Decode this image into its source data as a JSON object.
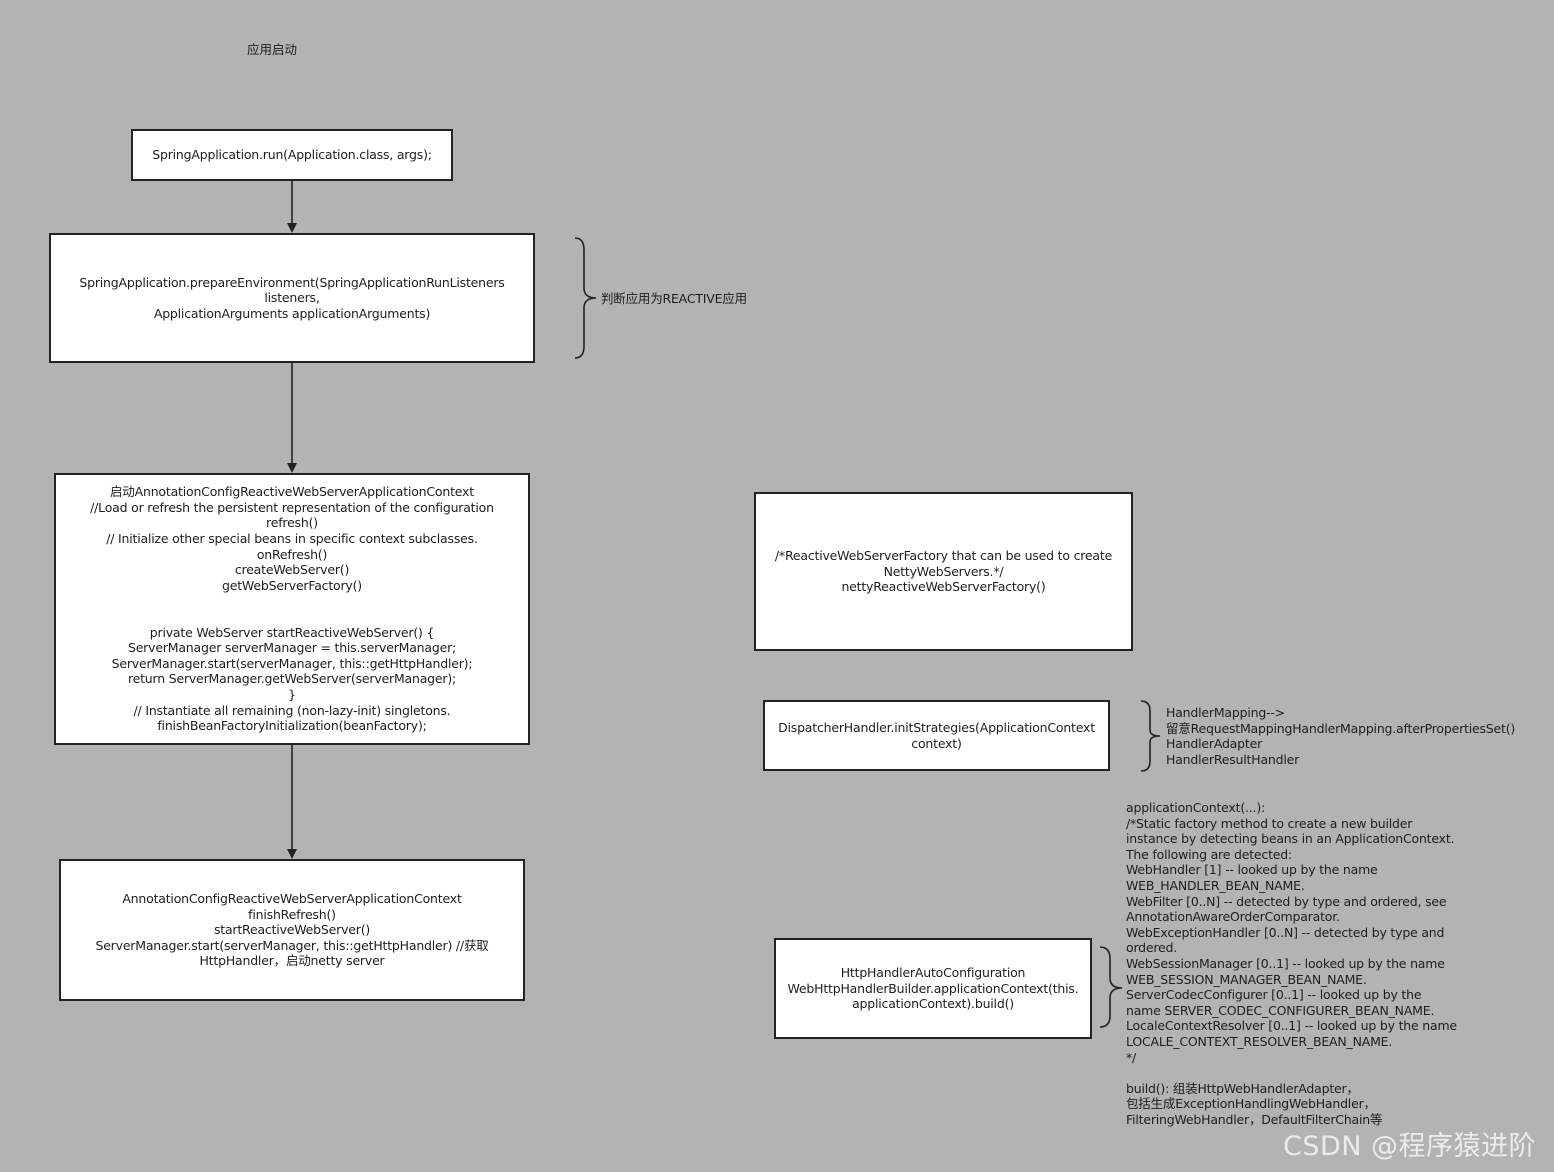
{
  "title": "应用启动",
  "nodes": {
    "run": "SpringApplication.run(Application.class, args);",
    "prepare_env": "SpringApplication.prepareEnvironment(SpringApplicationRunListeners\nlisteners,\nApplicationArguments applicationArguments)",
    "start_context": "启动AnnotationConfigReactiveWebServerApplicationContext\n//Load or refresh the persistent representation of the configuration\nrefresh()\n// Initialize other special beans in specific context subclasses.\nonRefresh()\ncreateWebServer()\ngetWebServerFactory()\n\n\nprivate WebServer startReactiveWebServer() {\nServerManager serverManager = this.serverManager;\nServerManager.start(serverManager, this::getHttpHandler);\nreturn ServerManager.getWebServer(serverManager);\n}\n// Instantiate all remaining (non-lazy-init) singletons.\nfinishBeanFactoryInitialization(beanFactory);",
    "finish_refresh": "AnnotationConfigReactiveWebServerApplicationContext\nfinishRefresh()\nstartReactiveWebServer()\nServerManager.start(serverManager, this::getHttpHandler) //获取\nHttpHandler，启动netty server",
    "netty_factory": "/*ReactiveWebServerFactory that can be used to create\nNettyWebServers.*/\nnettyReactiveWebServerFactory()",
    "dispatcher": "DispatcherHandler.initStrategies(ApplicationContext\ncontext)",
    "http_handler": "HttpHandlerAutoConfiguration\nWebHttpHandlerBuilder.applicationContext(this.\napplicationContext).build()"
  },
  "annotations": {
    "reactive_check": "判断应用为REACTIVE应用",
    "dispatcher_strategies": "HandlerMapping-->\n留意RequestMappingHandlerMapping.afterPropertiesSet()\nHandlerAdapter\nHandlerResultHandler",
    "builder_notes": "applicationContext(...):\n/*Static factory method to create a new builder\ninstance by detecting beans in an ApplicationContext.\nThe following are detected:\nWebHandler [1] -- looked up by the name\nWEB_HANDLER_BEAN_NAME.\nWebFilter [0..N] -- detected by type and ordered, see\nAnnotationAwareOrderComparator.\nWebExceptionHandler [0..N] -- detected by type and\nordered.\nWebSessionManager [0..1] -- looked up by the name\nWEB_SESSION_MANAGER_BEAN_NAME.\nServerCodecConfigurer [0..1] -- looked up by the\nname SERVER_CODEC_CONFIGURER_BEAN_NAME.\nLocaleContextResolver [0..1] -- looked up by the name\nLOCALE_CONTEXT_RESOLVER_BEAN_NAME.\n*/\n\nbuild(): 组装HttpWebHandlerAdapter，\n包括生成ExceptionHandlingWebHandler，\nFilteringWebHandler，DefaultFilterChain等"
  },
  "edges": [
    {
      "from": "run",
      "to": "prepare_env"
    },
    {
      "from": "prepare_env",
      "to": "start_context"
    },
    {
      "from": "start_context",
      "to": "finish_refresh"
    }
  ],
  "watermark": "CSDN @程序猿进阶",
  "colors": {
    "background": "#b3b3b3",
    "node_fill": "#ffffff",
    "stroke": "#222222",
    "text": "#1e1e1e",
    "watermark": "#f2f2f2"
  }
}
